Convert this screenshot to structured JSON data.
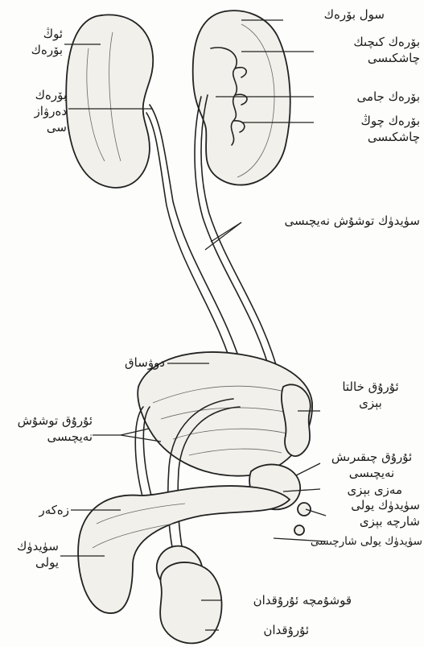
{
  "labels": {
    "left_kidney": [
      "ئوڭ",
      "بۆرەك"
    ],
    "kidney_hilum": [
      "بۆرەك",
      "دەرۋاز",
      "سى"
    ],
    "renal_cortex": "سول بۆرەك",
    "minor_calyx": [
      "بۆرەك كىچىك",
      "چاشكىسى"
    ],
    "renal_pelvis": "بۆرەك جامى",
    "major_calyx": [
      "بۆرەك چوڭ",
      "چاشكىسى"
    ],
    "ureter": "سۈيدۈك توشۇش نەيچىسى",
    "bladder": "دوۋساق",
    "seminal_vesicle": [
      "ئۇرۇق خالتا",
      "بېزى"
    ],
    "vas_deferens": [
      "ئۇرۇق توشۇش",
      "نەيچىسى"
    ],
    "ejaculatory_duct": [
      "ئۇرۇق چىقىرىش",
      "نەيچىسى"
    ],
    "prostate": "مەزى بېزى",
    "urethra_gland": [
      "سۈيدۈك يولى",
      "شارچە بېزى"
    ],
    "bulbourethral_gland": "سۈيدۈك يولى شارچىسى",
    "penis": "زەكەر",
    "urethra": [
      "سۈيدۈك",
      "يولى"
    ],
    "epididymis": "قوشۇمچە ئۇرۇقدان",
    "testis": "ئۇرۇقدان"
  }
}
